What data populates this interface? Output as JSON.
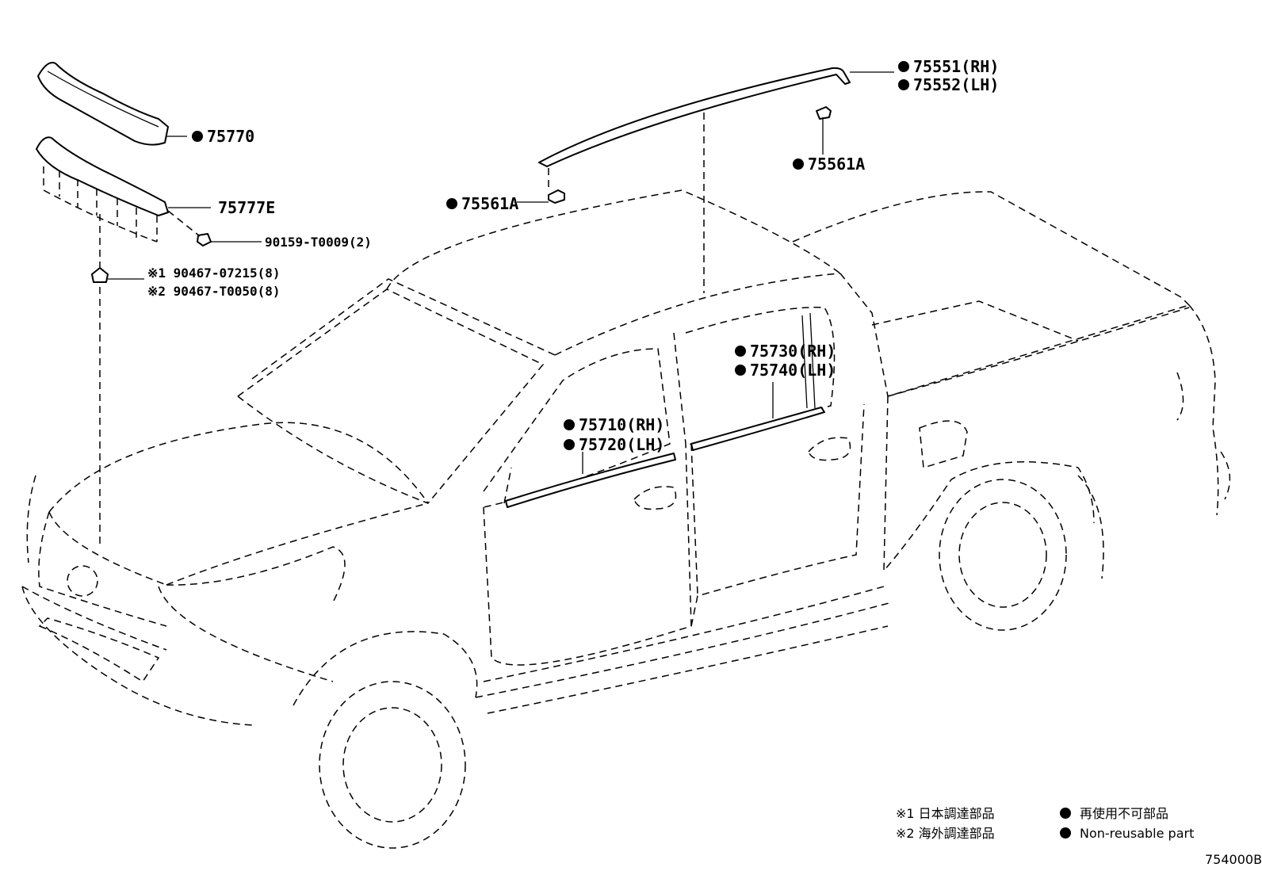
{
  "callouts": {
    "p75770": "75770",
    "p75777e": "75777E",
    "p90159": "90159-T0009(2)",
    "p90467a": "※1 90467-07215(8)",
    "p90467b": "※2 90467-T0050(8)",
    "p75551": "75551(RH)",
    "p75552": "75552(LH)",
    "p75561a_right": "75561A",
    "p75561a_left": "75561A",
    "p75730": "75730(RH)",
    "p75740": "75740(LH)",
    "p75710": "75710(RH)",
    "p75720": "75720(LH)"
  },
  "legend": {
    "note1": "※1 日本調達部品",
    "note2": "※2 海外調達部品",
    "nonreusable_jp": "再使用不可部品",
    "nonreusable_en": "Non-reusable part"
  },
  "figure_code": "754000B"
}
